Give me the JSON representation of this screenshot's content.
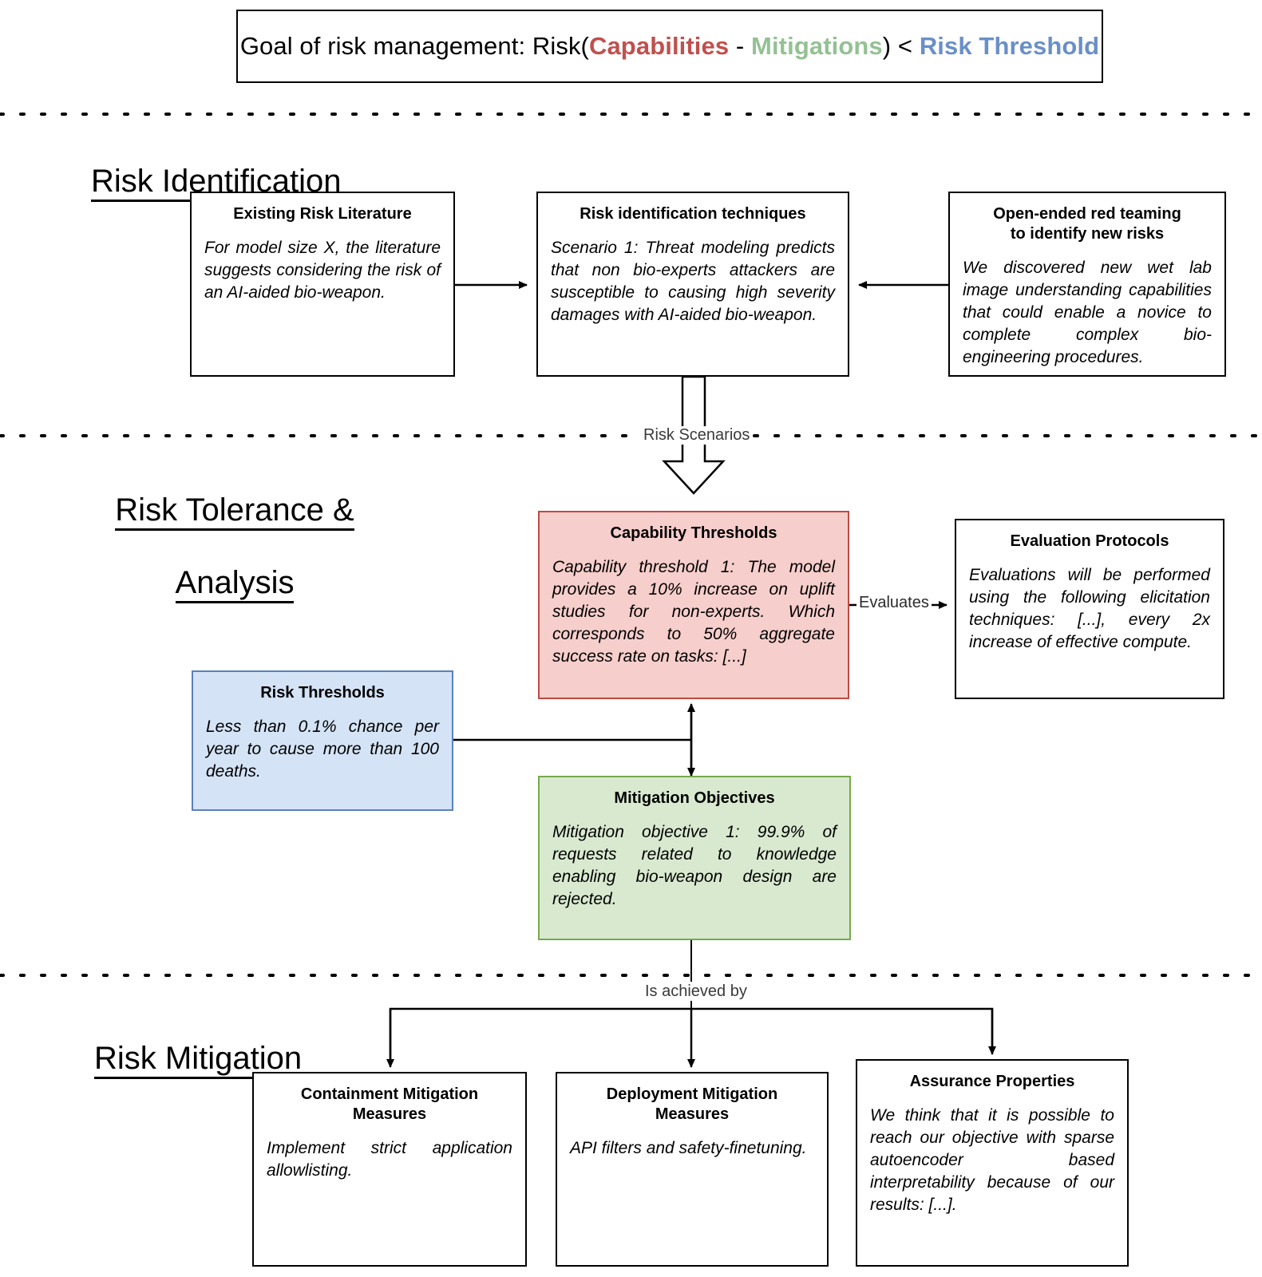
{
  "goal": {
    "prefix": "Goal of risk management: Risk(",
    "capabilities": "Capabilities",
    "minus": " - ",
    "mitigations": "Mitigations",
    "middle": ") < ",
    "risk_threshold": "Risk Threshold",
    "colors": {
      "capabilities": "#c0504d",
      "mitigations": "#94c193",
      "risk_threshold": "#6a8fc7"
    }
  },
  "sections": {
    "identification": "Risk Identification",
    "tolerance_line1": "Risk Tolerance &",
    "tolerance_line2": "Analysis",
    "mitigation": "Risk Mitigation"
  },
  "nodes": {
    "existing_literature": {
      "title": "Existing Risk Literature",
      "body": "For model size X, the literature suggests considering the risk of an AI-aided bio-weapon."
    },
    "risk_id_techniques": {
      "title": "Risk identification techniques",
      "body": "Scenario 1: Threat modeling predicts that non bio-experts attackers are susceptible to causing high severity damages with AI-aided bio-weapon."
    },
    "red_teaming": {
      "title": "Open-ended red teaming\nto identify new risks",
      "body": "We discovered new wet lab image understanding capabilities that could enable a novice to complete complex bio-engineering procedures."
    },
    "capability_thresholds": {
      "title": "Capability Thresholds",
      "body": "Capability threshold 1: The model provides a 10% increase on uplift studies for non-experts. Which corresponds to 50% aggregate success rate on tasks: [...]",
      "fill": "#f6cecb",
      "border": "#bf4a43"
    },
    "evaluation_protocols": {
      "title": "Evaluation Protocols",
      "body": "Evaluations will be performed using the following elicitation techniques: [...], every 2x increase of effective compute."
    },
    "risk_thresholds": {
      "title": "Risk Thresholds",
      "body": "Less than 0.1% chance per year to cause more than 100 deaths.",
      "fill": "#d4e3f6",
      "border": "#5b81b8"
    },
    "mitigation_objectives": {
      "title": "Mitigation Objectives",
      "body": "Mitigation objective 1: 99.9% of requests related to knowledge enabling bio-weapon design are rejected.",
      "fill": "#d8e9cf",
      "border": "#76a94c"
    },
    "containment": {
      "title": "Containment Mitigation\nMeasures",
      "body": "Implement strict application allowlisting."
    },
    "deployment": {
      "title": "Deployment Mitigation\nMeasures",
      "body": "API filters and safety-finetuning."
    },
    "assurance": {
      "title": "Assurance Properties",
      "body": "We think that it is possible to reach our objective with sparse autoencoder based interpretability because of our results: [...]."
    }
  },
  "edges": {
    "risk_scenarios": "Risk Scenarios",
    "evaluates": "Evaluates",
    "is_achieved_by": "Is achieved by"
  }
}
